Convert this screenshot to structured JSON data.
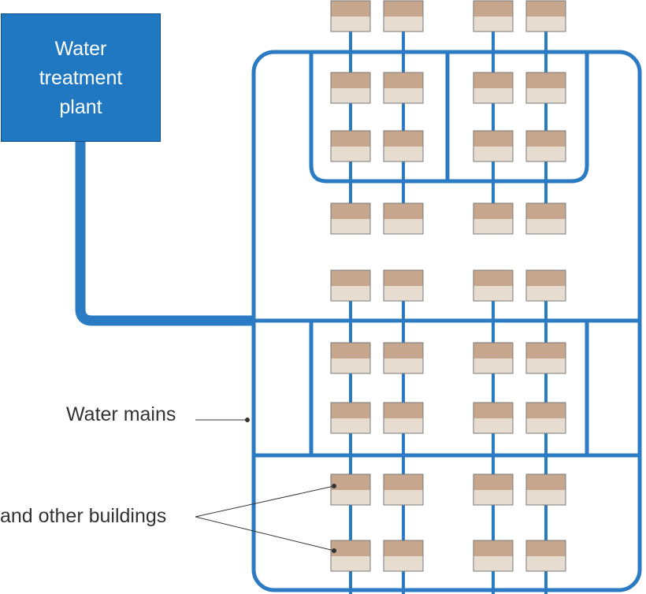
{
  "plant": {
    "label": "Water treatment plant",
    "lines": [
      "Water",
      "treatment",
      "plant"
    ]
  },
  "labels": {
    "mains": "Water mains",
    "houses": "and other buildings"
  },
  "colors": {
    "pipe": "#2b7bc4",
    "plant_fill": "#1f78c1",
    "house_roof": "#c6a78e",
    "house_body": "#e6dccf",
    "house_border": "#7a7a7a",
    "text": "#333333"
  }
}
